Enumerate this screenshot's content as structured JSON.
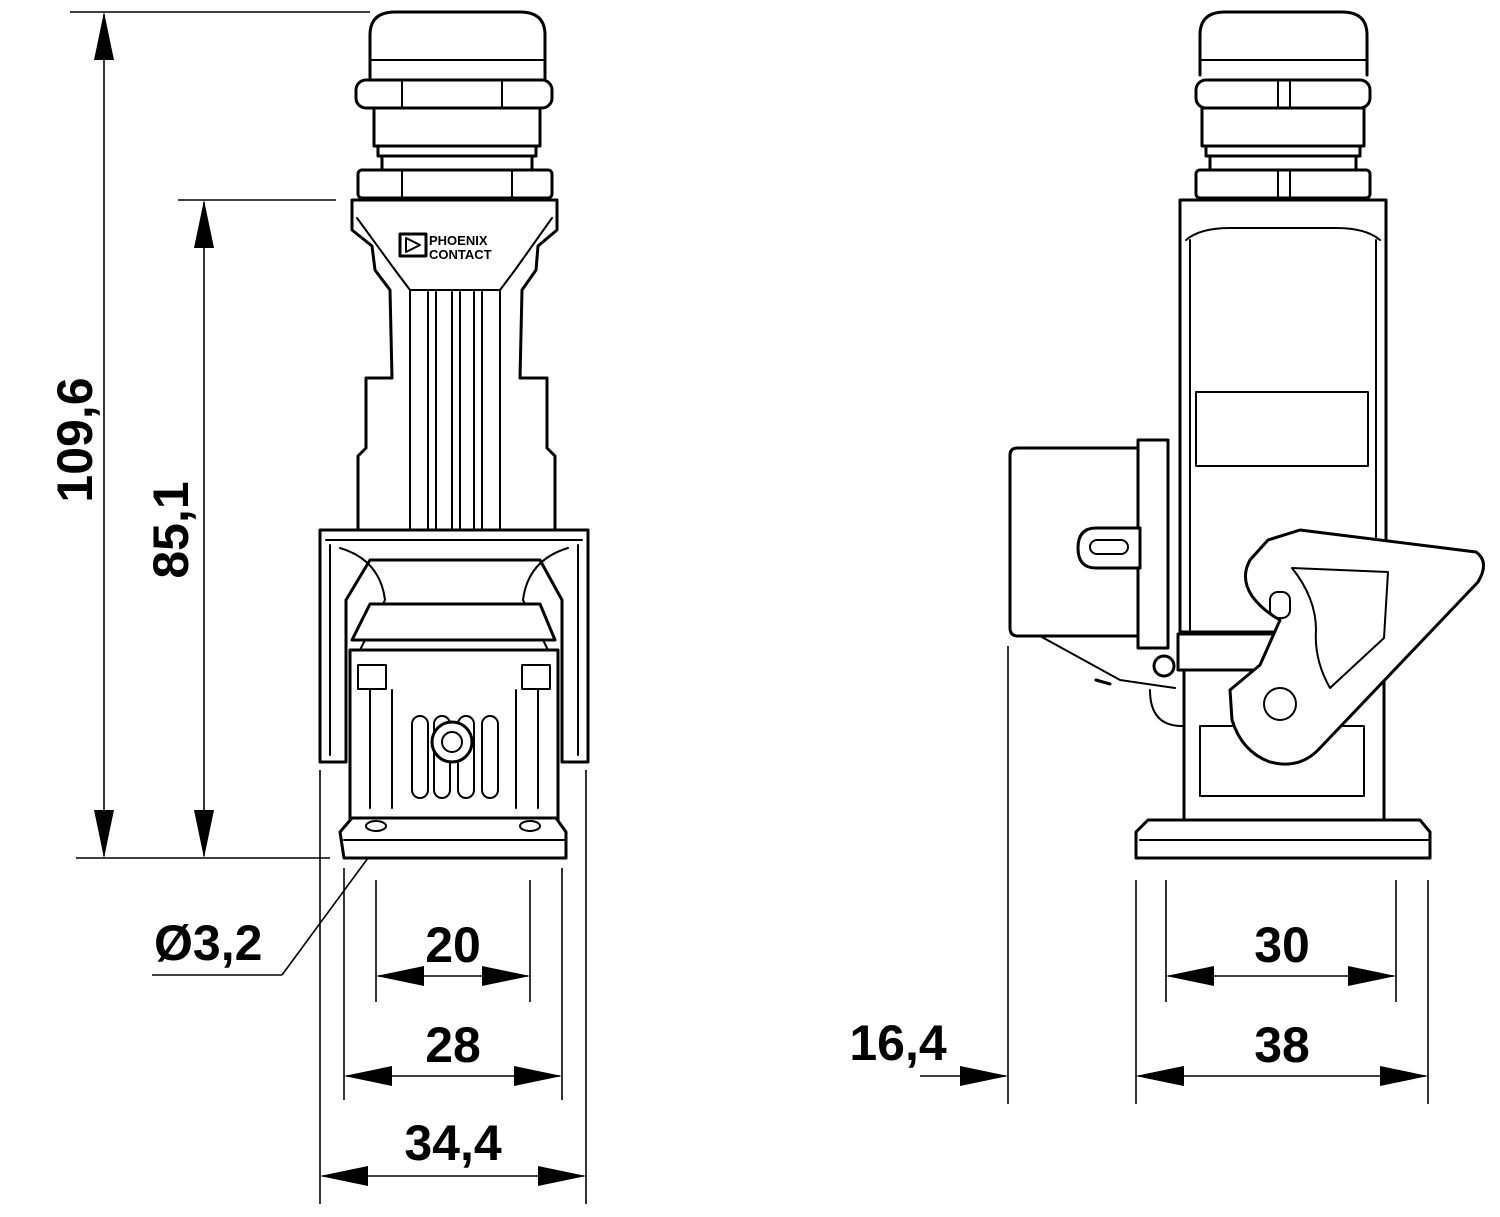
{
  "logo": {
    "line1": "PHOENIX",
    "line2": "CONTACT"
  },
  "dimensions": {
    "total_height": "109,6",
    "housing_height": "85,1",
    "hole_diameter": "Ø3,2",
    "front_hole_spacing": "20",
    "front_flange_width": "28",
    "front_overall_width": "34,4",
    "side_offset": "16,4",
    "side_hole_spacing": "30",
    "side_flange_width": "38"
  }
}
